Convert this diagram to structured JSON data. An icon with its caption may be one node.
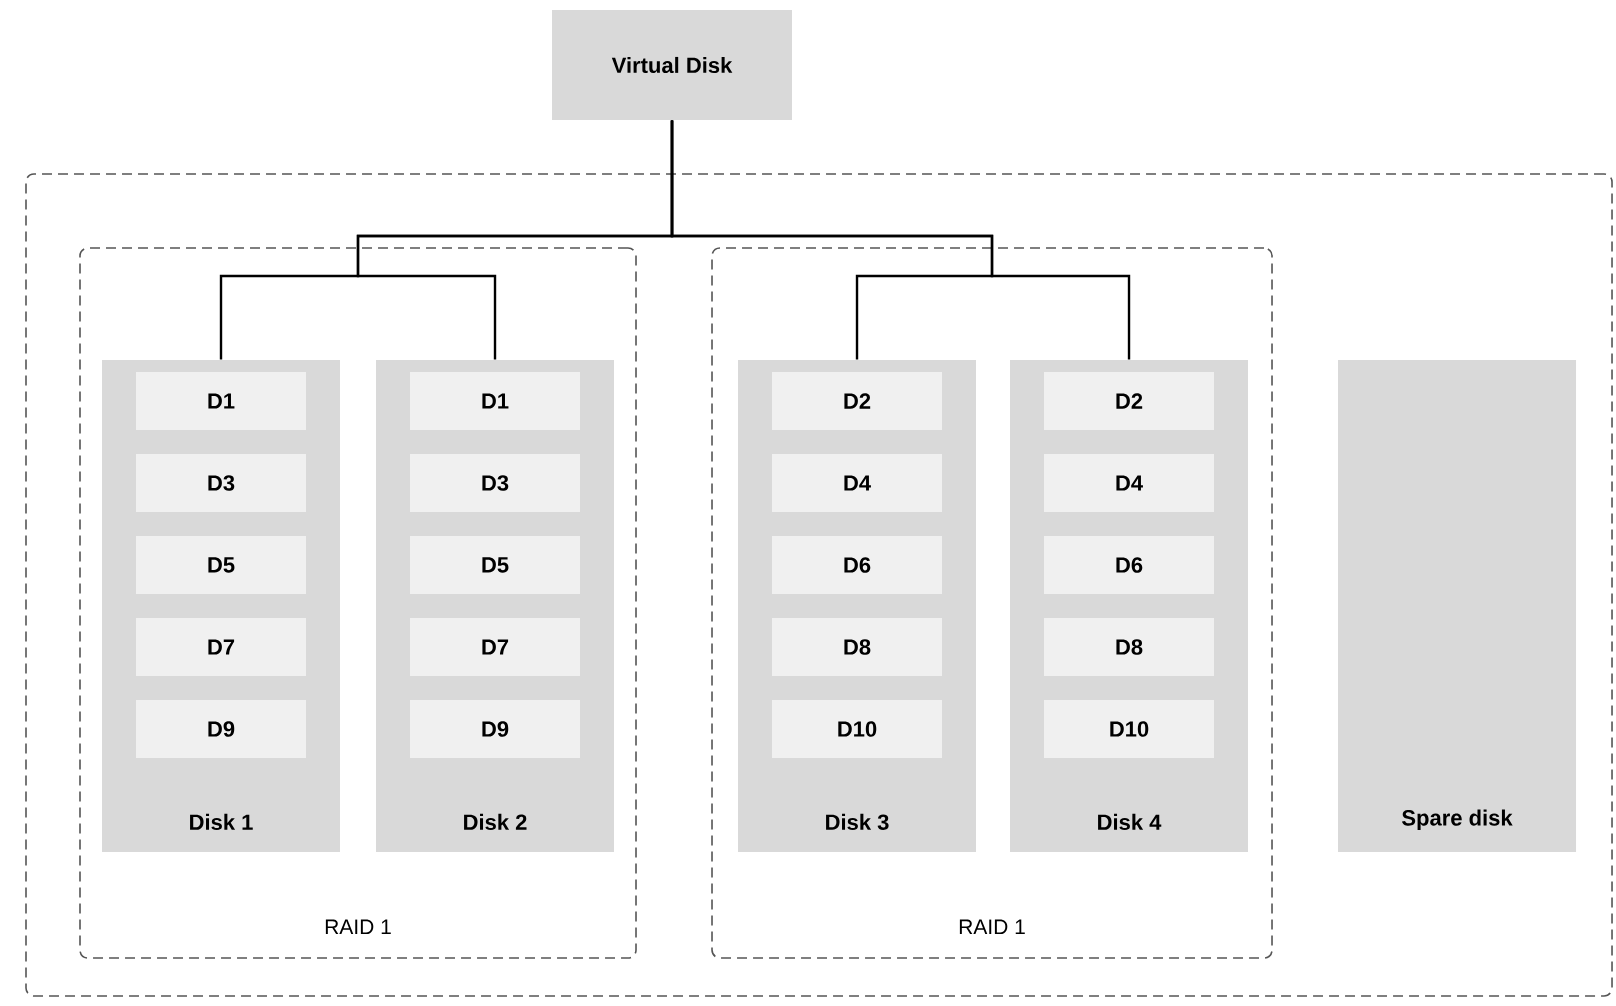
{
  "diagram": {
    "nodes": [
      {
        "text": [
          "Virtual Disk"
        ]
      },
      {
        "text": [],
        "shape": "box"
      },
      {
        "text": [
          "RAID 1"
        ],
        "in": 1
      },
      {
        "text": [
          "Disk 1"
        ],
        "in": 2
      },
      {
        "text": [
          "D1"
        ],
        "in": 3
      },
      {
        "text": [
          "D3"
        ],
        "in": 3
      },
      {
        "text": [
          "D5"
        ],
        "in": 3
      },
      {
        "text": [
          "D7"
        ],
        "in": 3
      },
      {
        "text": [
          "D9"
        ],
        "in": 3
      },
      {
        "text": [
          "Disk 2"
        ],
        "in": 2
      },
      {
        "text": [
          "D1"
        ],
        "in": 9
      },
      {
        "text": [
          "D3"
        ],
        "in": 9
      },
      {
        "text": [
          "D5"
        ],
        "in": 9
      },
      {
        "text": [
          "D7"
        ],
        "in": 9
      },
      {
        "text": [
          "D9"
        ],
        "in": 9
      },
      {
        "text": [
          "RAID 1"
        ],
        "in": 1
      },
      {
        "text": [
          "Disk 3"
        ],
        "in": 15
      },
      {
        "text": [
          "D2"
        ],
        "in": 16
      },
      {
        "text": [
          "D4"
        ],
        "in": 16
      },
      {
        "text": [
          "D6"
        ],
        "in": 16
      },
      {
        "text": [
          "D8"
        ],
        "in": 16
      },
      {
        "text": [
          "D10"
        ],
        "in": 16
      },
      {
        "text": [
          "Disk 4"
        ],
        "in": 15
      },
      {
        "text": [
          "D2"
        ],
        "in": 22
      },
      {
        "text": [
          "D4"
        ],
        "in": 22
      },
      {
        "text": [
          "D6"
        ],
        "in": 22
      },
      {
        "text": [
          "D8"
        ],
        "in": 22
      },
      {
        "text": [
          "D10"
        ],
        "in": 22
      },
      {
        "text": [
          "Spare disk"
        ],
        "in": 1
      }
    ],
    "edges": [
      {
        "from": 0,
        "to": 3,
        "arrow": "none"
      },
      {
        "from": 0,
        "to": 9,
        "arrow": "none"
      },
      {
        "from": 0,
        "to": 16,
        "arrow": "none"
      },
      {
        "from": 0,
        "to": 22,
        "arrow": "none"
      }
    ]
  }
}
